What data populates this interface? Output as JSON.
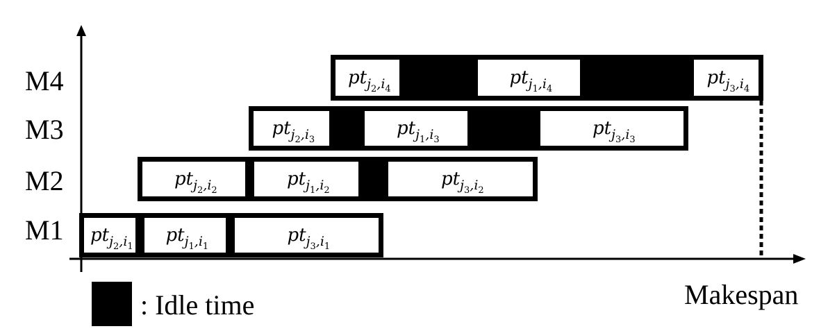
{
  "machines": [
    "M1",
    "M2",
    "M3",
    "M4"
  ],
  "x_axis_label": "Makespan",
  "legend": {
    "label": ": Idle time",
    "idle_color": "#000000"
  },
  "rows": [
    {
      "machine": "M1",
      "tasks": [
        {
          "text": "pt",
          "j": "2",
          "i": "1"
        },
        {
          "text": "pt",
          "j": "1",
          "i": "1"
        },
        {
          "text": "pt",
          "j": "3",
          "i": "1"
        }
      ]
    },
    {
      "machine": "M2",
      "tasks": [
        {
          "text": "pt",
          "j": "2",
          "i": "2"
        },
        {
          "text": "pt",
          "j": "1",
          "i": "2"
        },
        {
          "text": "pt",
          "j": "3",
          "i": "2"
        }
      ]
    },
    {
      "machine": "M3",
      "tasks": [
        {
          "text": "pt",
          "j": "2",
          "i": "3"
        },
        {
          "text": "pt",
          "j": "1",
          "i": "3"
        },
        {
          "text": "pt",
          "j": "3",
          "i": "3"
        }
      ]
    },
    {
      "machine": "M4",
      "tasks": [
        {
          "text": "pt",
          "j": "2",
          "i": "4"
        },
        {
          "text": "pt",
          "j": "1",
          "i": "4"
        },
        {
          "text": "pt",
          "j": "3",
          "i": "4"
        }
      ]
    }
  ]
}
